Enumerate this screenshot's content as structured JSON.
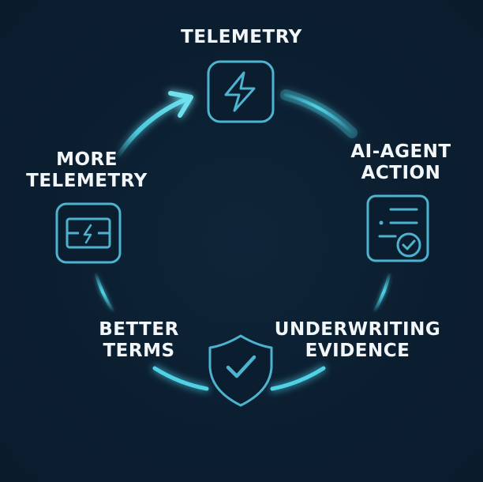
{
  "diagram": {
    "type": "cycle",
    "colors": {
      "background": "#0b1e30",
      "accent": "#4fd2e6",
      "icon_stroke": "#4eb3cf",
      "text": "#f2f6f8"
    },
    "nodes": [
      {
        "id": "telemetry",
        "lines": [
          "TELEMETRY"
        ],
        "icon": "lightning-bolt-icon"
      },
      {
        "id": "ai-agent-action",
        "lines": [
          "AI-AGENT",
          "ACTION"
        ],
        "icon": "checklist-document-icon"
      },
      {
        "id": "underwriting-evidence",
        "lines": [
          "UNDERWRITING",
          "EVIDENCE"
        ],
        "icon": "shield-check-icon"
      },
      {
        "id": "better-terms",
        "lines": [
          "BETTER",
          "TERMS"
        ],
        "icon": "shield-check-icon"
      },
      {
        "id": "more-telemetry",
        "lines": [
          "MORE",
          "TELEMETRY"
        ],
        "icon": "battery-charge-icon"
      }
    ],
    "flow": "clockwise"
  }
}
